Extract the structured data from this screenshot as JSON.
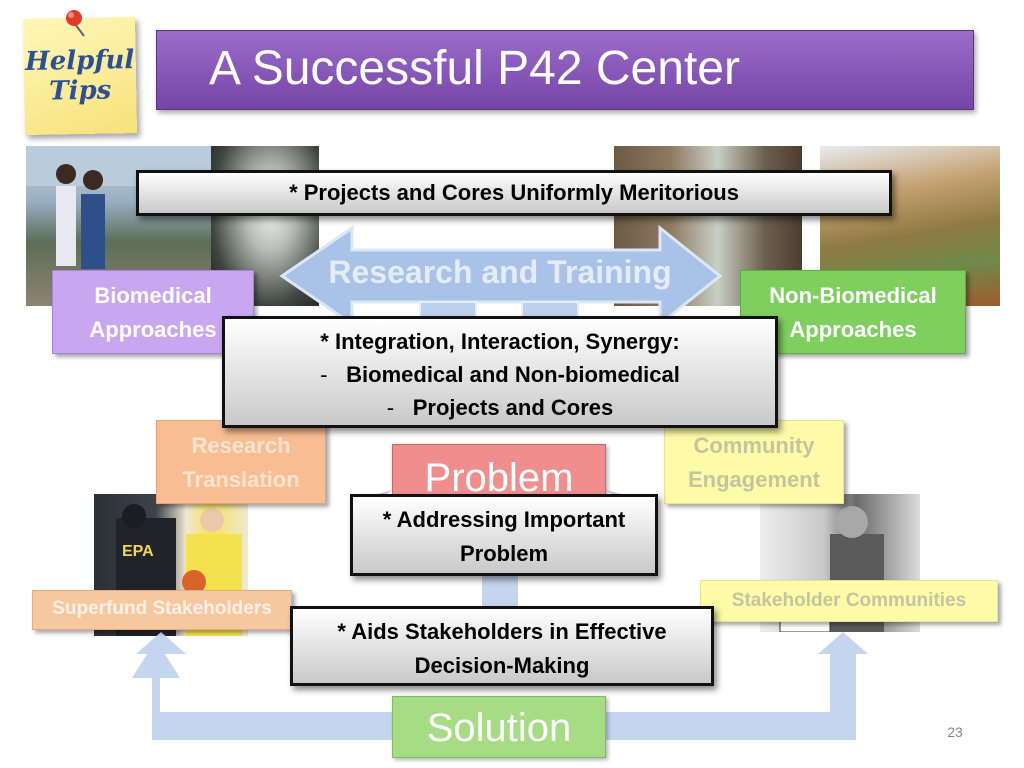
{
  "sticky_note": {
    "line1": "Helpful",
    "line2": "Tips"
  },
  "title": "A Successful P42 Center",
  "arrow_label": "Research and Training",
  "boxes": {
    "biomedical": {
      "line1": "Biomedical",
      "line2": "Approaches"
    },
    "non_biomedical": {
      "line1": "Non-Biomedical",
      "line2": "Approaches"
    },
    "research_translation": {
      "line1": "Research",
      "line2": "Translation"
    },
    "community_engagement": {
      "line1": "Community",
      "line2": "Engagement"
    },
    "superfund_stakeholders": "Superfund Stakeholders",
    "stakeholder_communities": "Stakeholder Communities",
    "problem": "Problem",
    "solution": "Solution"
  },
  "callouts": {
    "meritorious": "* Projects and Cores Uniformly Meritorious",
    "integration": {
      "line1": "* Integration, Interaction, Synergy:",
      "line2_dash": "-",
      "line2": "Biomedical and Non-biomedical",
      "line3_dash": "-",
      "line3": "Projects and Cores"
    },
    "important": {
      "line1": "* Addressing Important",
      "line2": "Problem"
    },
    "decision": {
      "line1": "* Aids Stakeholders in Effective",
      "line2": "Decision-Making"
    }
  },
  "photo_text": {
    "epa_jacket": "EPA"
  },
  "page_number": "23",
  "colors": {
    "title_bar": "#7d4bb0",
    "arrow_blue": "#aac4e8",
    "biomedical": "#c9a6f0",
    "non_biomedical": "#7ecf5e",
    "research_translation": "#f9bd92",
    "community": "#fdfba8",
    "problem": "#f08e8e",
    "solution": "#a6dc84"
  }
}
